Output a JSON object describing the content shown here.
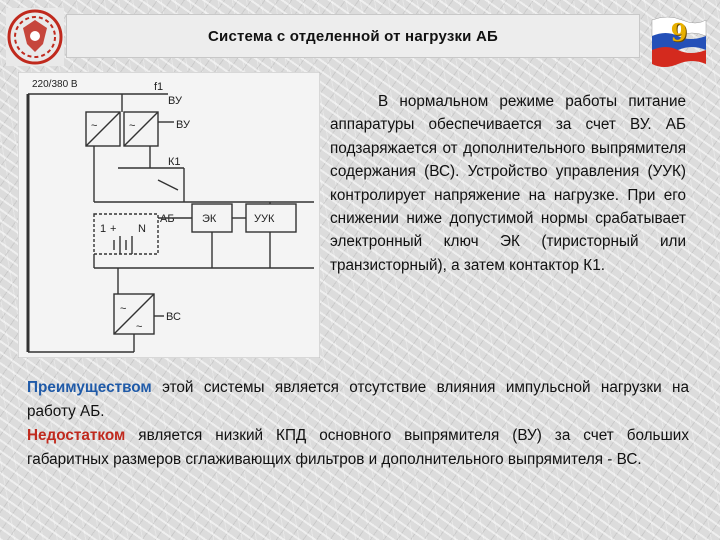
{
  "header": {
    "title": "Система с отделенной от нагрузки АБ",
    "slide_number": "9"
  },
  "colors": {
    "advantage": "#1f5aa8",
    "disadvantage": "#c0291d",
    "slide_number": "#e8b000"
  },
  "diagram": {
    "supply_label": "220/380 В",
    "f1_label": "f1",
    "vu_label_a": "ВУ",
    "vu_label_b": "ВУ",
    "k1_label": "К1",
    "ab_label": "АБ",
    "ek_label": "ЭК",
    "uuk_label": "УУК",
    "vs_label": "ВС",
    "tilde": "~",
    "plus_one": "1",
    "plus_sign": "+",
    "minus_sign": "-",
    "n_label": "N"
  },
  "description": "В нормальном режиме работы питание аппаратуры обеспечивается за счет ВУ. АБ подзаряжается от дополнительного выпрямителя содержания (ВС). Устройство управления (УУК) контролирует напряжение на нагрузке. При его снижении ниже допустимой нормы срабатывает электронный ключ ЭК (тиристорный или транзисторный), а затем контактор К1.",
  "advantage": {
    "term": "Преимуществом",
    "text": " этой системы является отсутствие влияния импульсной нагрузки на работу АБ."
  },
  "disadvantage": {
    "term": "Недостатком",
    "text": " является низкий КПД основного выпрямителя (ВУ) за счет больших габаритных размеров сглаживающих фильтров и дополнительного выпрямителя - ВС."
  }
}
